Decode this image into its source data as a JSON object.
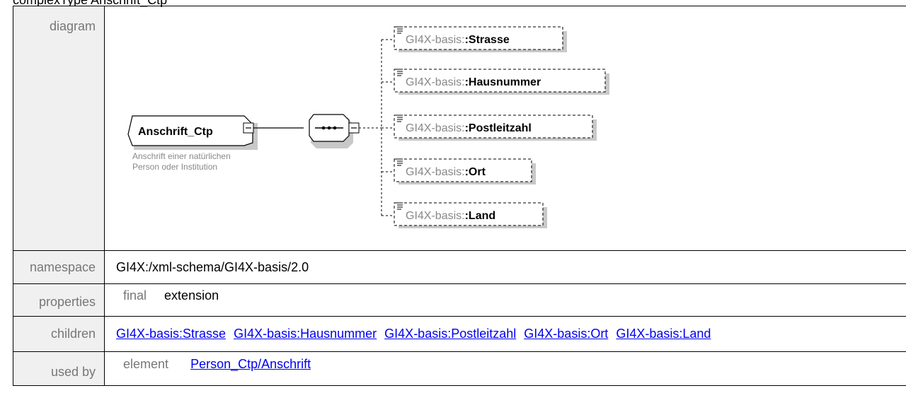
{
  "page": {
    "heading": "complexType Anschrift_Ctp"
  },
  "labels": {
    "diagram": "diagram",
    "namespace": "namespace",
    "properties": "properties",
    "children": "children",
    "used_by": "used by"
  },
  "diagram": {
    "type_name": "Anschrift_Ctp",
    "annotation_line1": "Anschrift einer natürlichen",
    "annotation_line2": "Person oder Institution",
    "prefix": "GI4X-basis:",
    "elements": [
      {
        "name": ":Strasse"
      },
      {
        "name": ":Hausnummer"
      },
      {
        "name": ":Postleitzahl"
      },
      {
        "name": ":Ort"
      },
      {
        "name": ":Land"
      }
    ]
  },
  "namespace": {
    "value": "GI4X:/xml-schema/GI4X-basis/2.0"
  },
  "properties": {
    "key": "final",
    "value": "extension"
  },
  "children": [
    "GI4X-basis:Strasse",
    "GI4X-basis:Hausnummer",
    "GI4X-basis:Postleitzahl",
    "GI4X-basis:Ort",
    "GI4X-basis:Land"
  ],
  "used_by": {
    "kind": "element",
    "link": "Person_Ctp/Anschrift"
  }
}
